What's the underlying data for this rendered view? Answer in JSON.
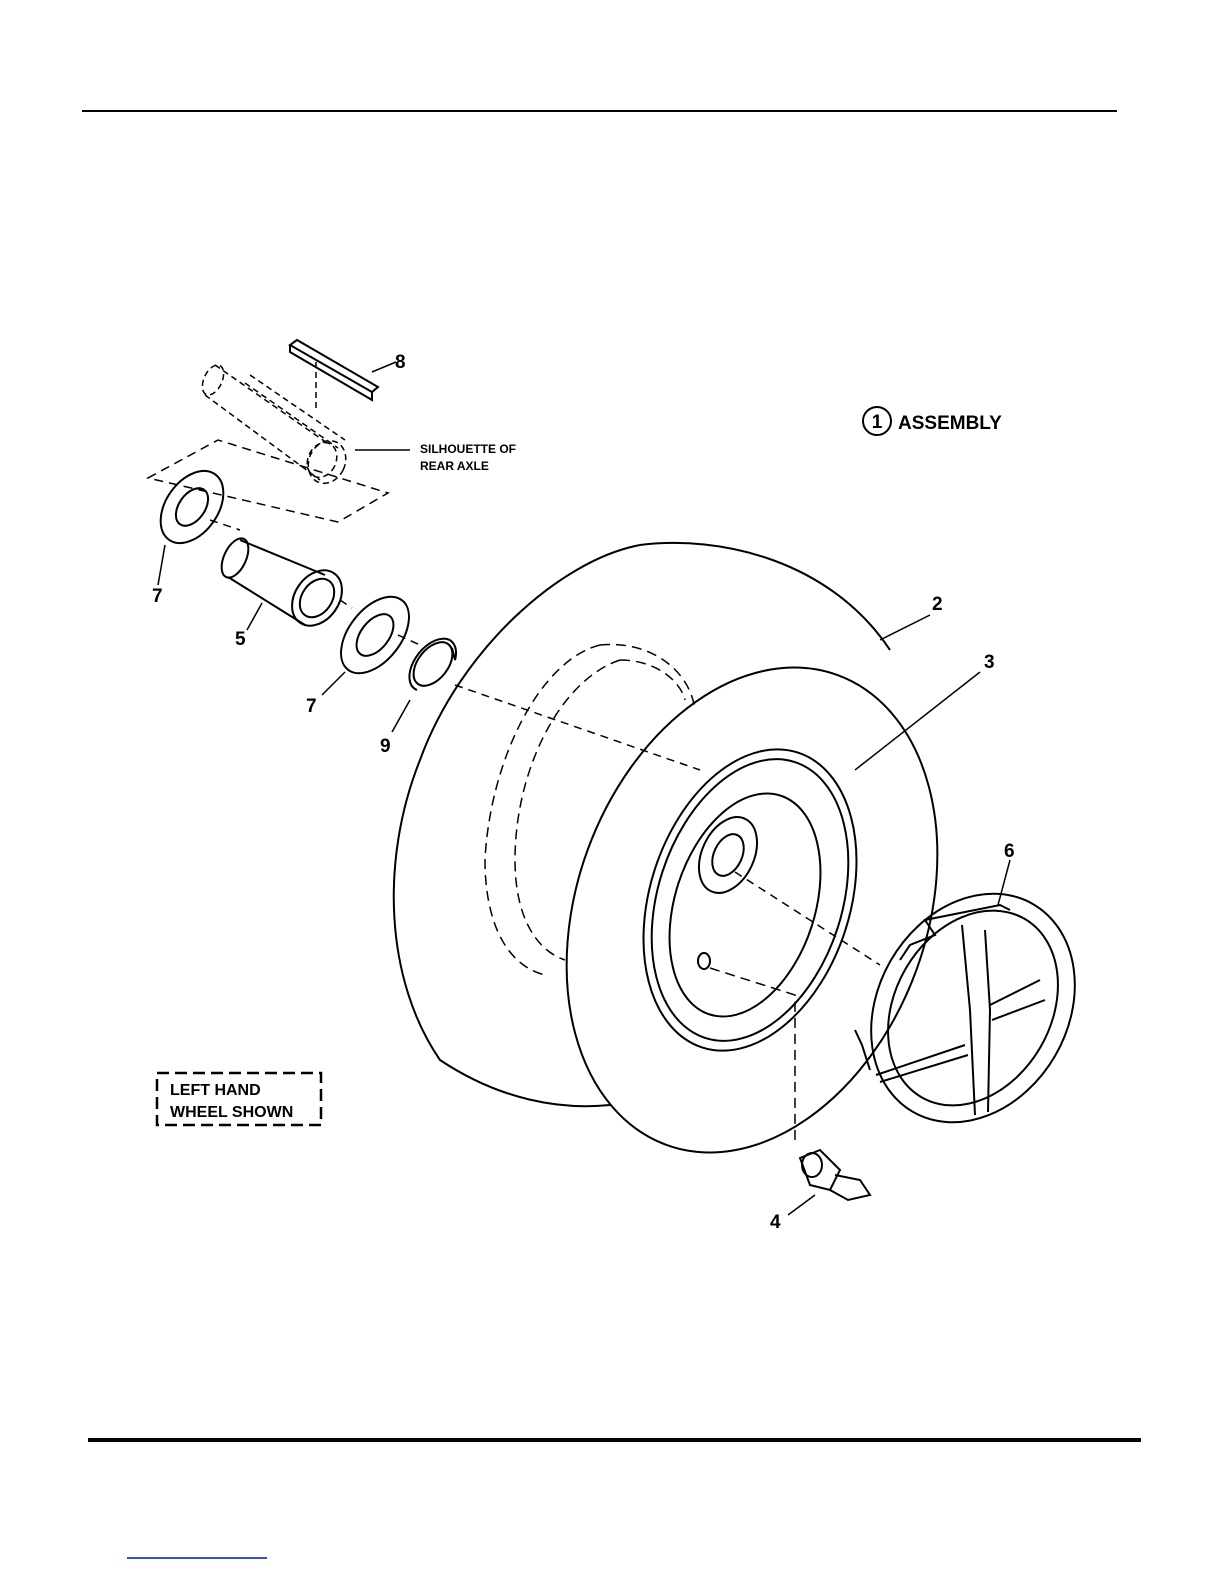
{
  "diagram": {
    "assembly_number": "1",
    "assembly_label": "ASSEMBLY",
    "axle_label_line1": "SILHOUETTE OF",
    "axle_label_line2": "REAR AXLE",
    "note_line1": "LEFT HAND",
    "note_line2": "WHEEL SHOWN",
    "callouts": [
      "8",
      "7",
      "5",
      "7",
      "9",
      "2",
      "3",
      "6",
      "4"
    ]
  }
}
